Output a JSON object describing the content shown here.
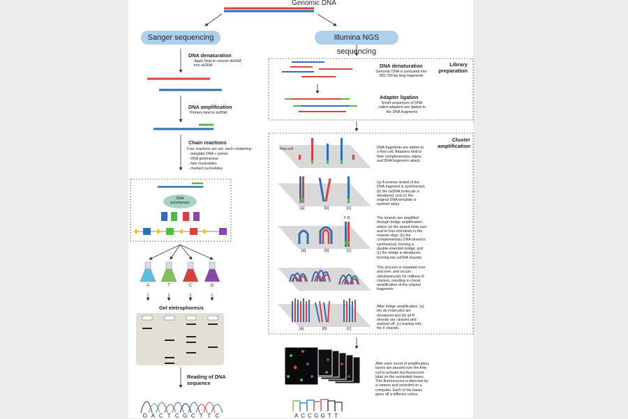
{
  "title": "Genomic DNA",
  "sanger": {
    "header": "Sanger sequencing",
    "denat_title": "DNA denaturation",
    "denat_text": "Apply heat to convert dsDNA into ssDNA",
    "amp_title": "DNA amplification",
    "amp_text": "Primers bind to ssDNA",
    "chain_title": "Chain reactions",
    "chain_text": [
      "Four reactions are set, each containing:",
      "- template DNA + primer",
      "- DNA polymerase",
      "- free nucleotides",
      "- marked nucleotides"
    ],
    "polymerase": "DNA polymerase",
    "flask_labels": [
      "A",
      "T",
      "C",
      "G"
    ],
    "gel_title": "Gel eletrophoresis",
    "read_title": "Reading of DNA sequence",
    "read_seq": [
      "G",
      "A",
      "C",
      "T",
      "C",
      "G",
      "C",
      "T",
      "T",
      "C"
    ]
  },
  "illumina": {
    "header": "Illumina NGS sequencing",
    "lib_box_title": "Library preparation",
    "denat_title": "DNA denaturation",
    "denat_text": "Genomic DNA is sonicated into 200-700 bp long fragments",
    "adapter_title": "Adapter ligation",
    "adapter_text": "Small sequences of DNA called adapters are ligated to the DNA fragments",
    "cluster_box_title": "Cluster amplification",
    "flow_cell": "flow cell",
    "step1": "DNA fragments are added to a flow cell. Adapters bind to their complementary oligos, and DNA fragments attach.",
    "step2": "(a) A reverse strand of the DNA fragment is synthesized, (b) the dsDNA molecule is denatured, and (c) the original DNA template is washed away.",
    "step3": "The strands are amplified through bridge amplification, where (a) the strand folds over and its free end binds to the nearest oligo; (b) the complementary DNA strand is synthesized, forming a double-stranded bridge; and (c) the bridge is denatured, forming two ssDNA strands.",
    "step4": "This process is repeated over and over, and occurs simultaneously for millions of clusters, resulting in clonal amplification of the original fragments.",
    "step5": "After bridge amplification, (a) the ds molecules are denatured and (b) all R strands are cleaved and washed off, (c) leaving only the F strands.",
    "step6": "After each round of amplification, lasers are passed over the flow cell to activate the fluorescent label on the nucleotide bases. This fluorescence is detected by a camera and recorded on a computer. Each of the bases gives off a different colour.",
    "abc": [
      "(a)",
      "(b)",
      "(c)"
    ],
    "fr_label": "F R",
    "read_seq": [
      "A",
      "C",
      "C",
      "G",
      "G",
      "T",
      "T"
    ]
  },
  "colors": {
    "strand_red": "#d8423b",
    "strand_blue": "#2c6fb7",
    "strand_green": "#56b848",
    "pill": "#aed0ea",
    "gel": "#e2e0d6"
  }
}
